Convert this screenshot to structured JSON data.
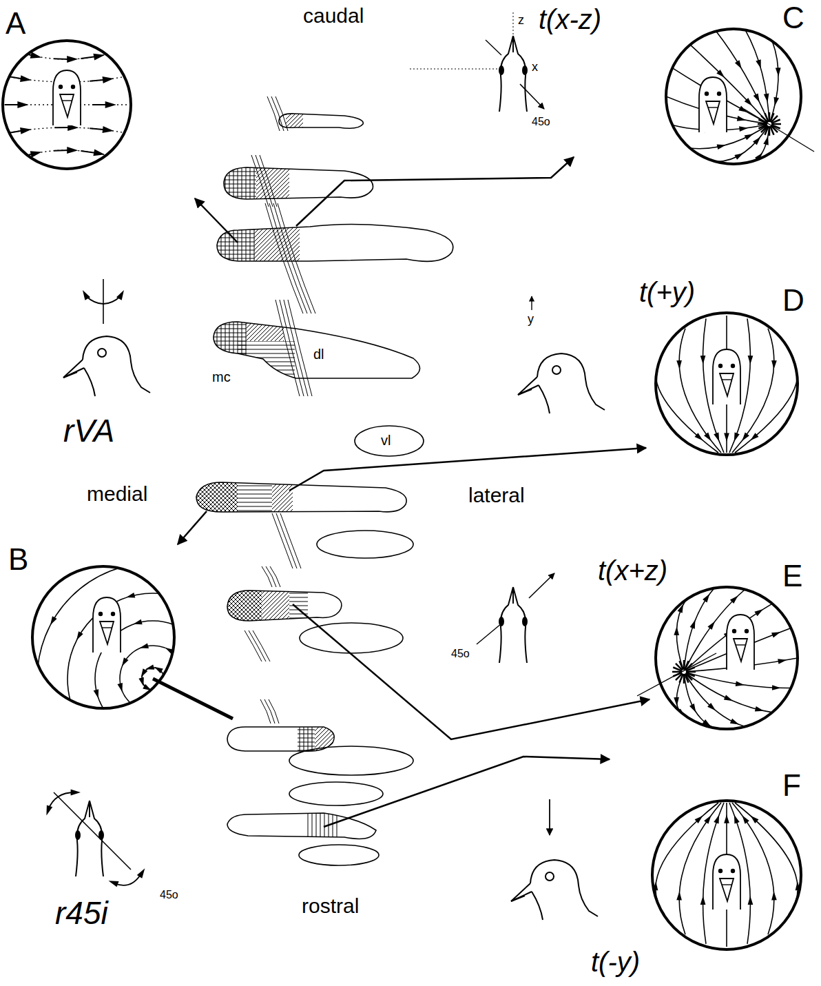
{
  "diagram": {
    "nodes": [
      {
        "text": [
          "A"
        ]
      },
      {
        "text": [
          "C"
        ]
      },
      {
        "text": [
          "D"
        ]
      },
      {
        "text": [
          "B"
        ]
      },
      {
        "text": [
          "E"
        ]
      },
      {
        "text": [
          "F"
        ]
      }
    ],
    "labels": [
      "caudal",
      "z",
      "t(x-z)",
      "x",
      "45o",
      "rVA",
      "t(+y)",
      "y",
      "dl",
      "mc",
      "vl",
      "medial",
      "lateral",
      "t(x+z)",
      "45o",
      "r45i",
      "rostral",
      "45o",
      "t(-y)"
    ]
  }
}
